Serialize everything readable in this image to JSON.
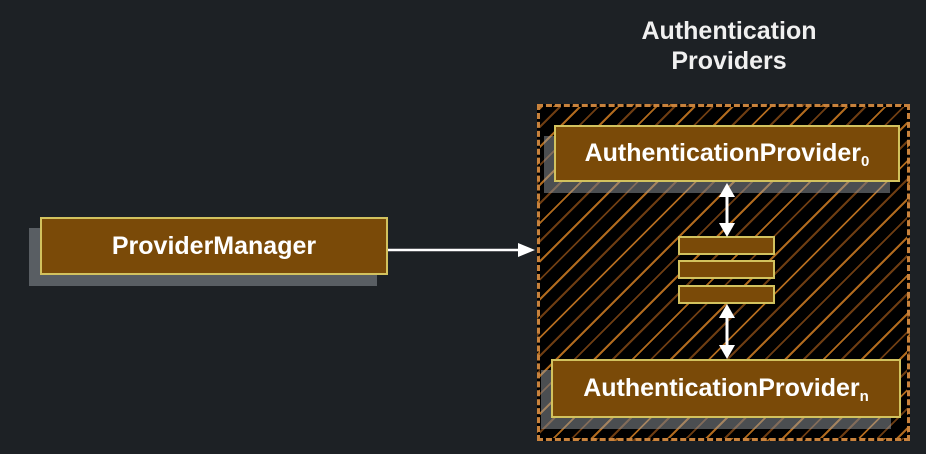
{
  "diagram": {
    "group_title": "Authentication Providers",
    "nodes": {
      "provider_manager": {
        "label": "ProviderManager"
      },
      "provider_first": {
        "label": "AuthenticationProvider",
        "subscript": "0"
      },
      "provider_last": {
        "label": "AuthenticationProvider",
        "subscript": "n"
      }
    },
    "ellipsis_bar_count": 3,
    "connections": [
      {
        "from": "ProviderManager",
        "to": "Authentication Providers group",
        "style": "single-head-arrow"
      },
      {
        "from": "AuthenticationProvider0",
        "to": "ellipsis-bars",
        "style": "double-head-arrow"
      },
      {
        "from": "ellipsis-bars",
        "to": "AuthenticationProvidern",
        "style": "double-head-arrow"
      }
    ],
    "colors": {
      "background": "#1d2125",
      "node_fill": "#7a4a08",
      "node_border": "#d2c25e",
      "group_border": "#c8823c",
      "group_fill": "#000000",
      "hatch_line_bright": "#b06a1e",
      "hatch_line_dark": "#6e3d12",
      "arrow": "#ffffff",
      "text": "#ffffff",
      "shadow": "rgba(150,156,162,0.5)"
    }
  }
}
